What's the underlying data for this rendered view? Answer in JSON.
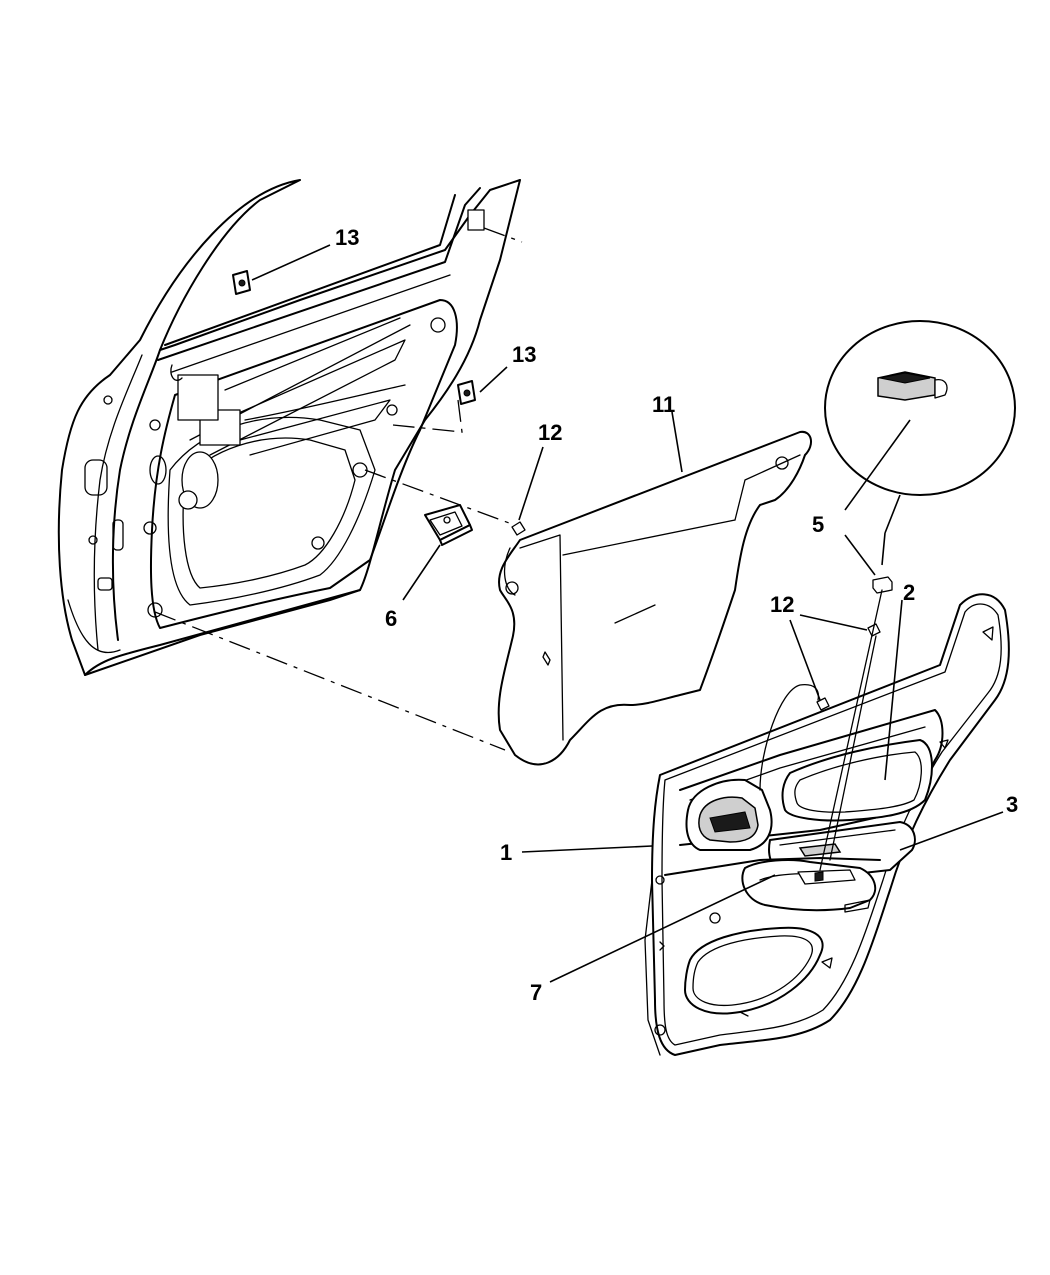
{
  "callouts": {
    "c1": "1",
    "c2": "2",
    "c3": "3",
    "c5": "5",
    "c6": "6",
    "c7": "7",
    "c11": "11",
    "c12a": "12",
    "c12b": "12",
    "c13a": "13",
    "c13b": "13"
  }
}
